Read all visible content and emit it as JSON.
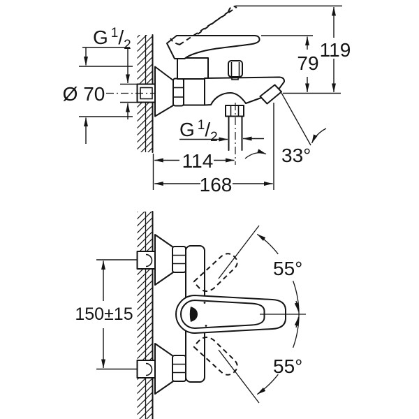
{
  "drawing": {
    "title": "bath-mixer-installation-dimensions",
    "background": "#ffffff",
    "line_color": "#141414",
    "side_view": {
      "wall_thread": {
        "full": "G 1/2",
        "prefix": "G",
        "numerator": "1",
        "separator": "/",
        "denominator": "2"
      },
      "rosette_diameter": "Ø 70",
      "handle_height": "79",
      "handle_raised_height": "119",
      "shower_outlet_thread": {
        "full": "G 1/2",
        "prefix": "G",
        "numerator": "1",
        "separator": "/",
        "denominator": "2"
      },
      "shower_outlet_distance": "114",
      "spout_angle": "33°",
      "spout_reach": "168"
    },
    "front_view": {
      "inlet_spacing": "150±15",
      "handle_swing_up": "55°",
      "handle_swing_down": "55°"
    }
  }
}
